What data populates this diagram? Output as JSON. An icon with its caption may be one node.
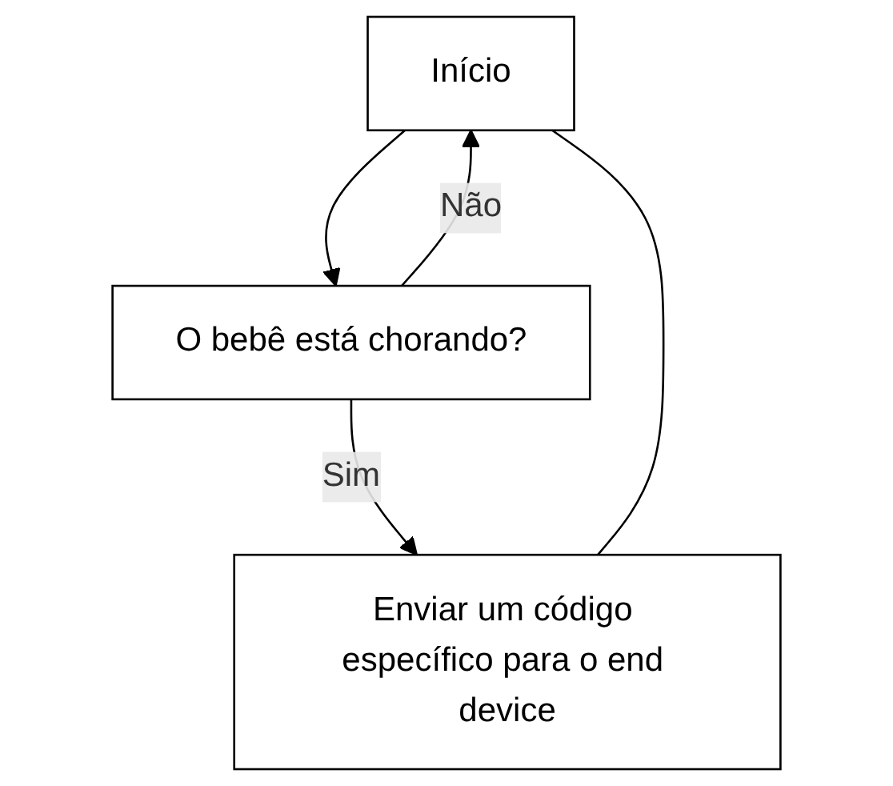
{
  "diagram": {
    "nodes": [
      {
        "text": [
          "Início"
        ]
      },
      {
        "text": [
          "O bebê está chorando?"
        ]
      },
      {
        "text": [
          "Enviar um código específico para o end device"
        ]
      }
    ],
    "edges": [
      {
        "from": 0,
        "to": 1,
        "arrow": "to"
      },
      {
        "from": 1,
        "to": 0,
        "label": "Não",
        "arrow": "to"
      },
      {
        "from": 1,
        "to": 2,
        "label": "Sim",
        "arrow": "to"
      },
      {
        "from": 2,
        "to": 0,
        "arrow": "none"
      }
    ]
  }
}
